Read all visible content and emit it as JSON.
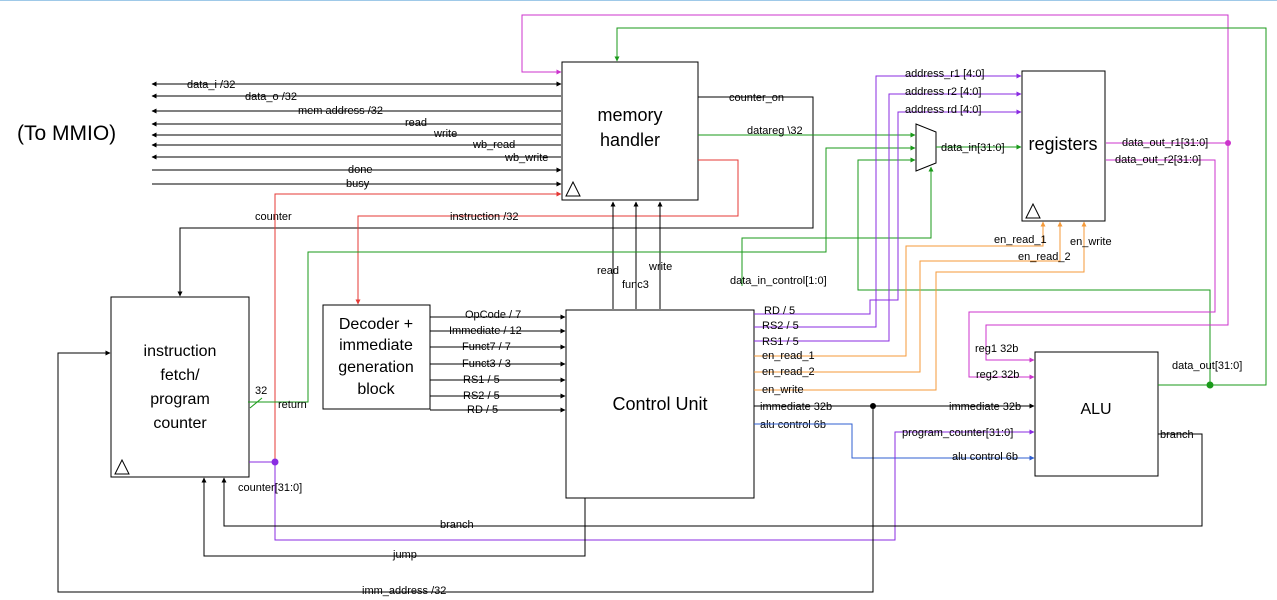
{
  "colors": {
    "black": "#000000",
    "magenta": "#cc33cc",
    "purple": "#8a2be2",
    "green": "#1a9a1a",
    "orange": "#f59a3a",
    "red": "#e53935",
    "blue": "#2f5fd0",
    "violet": "#7a3de0"
  },
  "note": "(To MMIO)",
  "blocks": {
    "memory_handler": [
      "memory",
      "handler"
    ],
    "registers": "registers",
    "decoder": [
      "Decoder +",
      "immediate",
      "generation",
      "block"
    ],
    "fetch": [
      "instruction",
      "fetch/",
      "program",
      "counter"
    ],
    "control_unit": "Control Unit",
    "alu": "ALU"
  },
  "labels": {
    "data_i": "data_i /32",
    "data_o": "data_o /32",
    "mem_address": "mem address /32",
    "read_mmio": "read",
    "write_mmio": "write",
    "wb_read": "wb_read",
    "wb_write": "wb_write",
    "done": "done",
    "busy": "busy",
    "counter_on": "counter_on",
    "datareg": "datareg \\32",
    "counter": "counter",
    "instruction": "instruction /32",
    "read_cu": "read",
    "write_cu": "write",
    "func3": "func3",
    "data_in_control": "data_in_control[1:0]",
    "address_r1": "address_r1 [4:0]",
    "address_r2": "address r2 [4:0]",
    "address_rd": "address rd [4:0]",
    "data_in": "data_in[31:0]",
    "data_out_r1": "data_out_r1[31:0]",
    "data_out_r2": "data_out_r2[31:0]",
    "en_read_1_top": "en_read_1",
    "en_write_top": "en_write",
    "en_read_2_top": "en_read_2",
    "opcode": "OpCode / 7",
    "immediate12": "Immediate / 12",
    "funct7": "Funct7 / 7",
    "funct3": "Funct3 / 3",
    "rs1_dec": "RS1 / 5",
    "rs2_dec": "RS2 / 5",
    "rd_dec": "RD / 5",
    "rd_cu": "RD / 5",
    "rs2_cu": "RS2 / 5",
    "rs1_cu": "RS1 / 5",
    "en_read_1_cu": "en_read_1",
    "en_read_2_cu": "en_read_2",
    "en_write_cu": "en_write",
    "immediate_32b_cu": "immediate 32b",
    "alu_control_cu": "alu control 6b",
    "reg1": "reg1 32b",
    "reg2": "reg2 32b",
    "data_out": "data_out[31:0]",
    "immediate_32b_alu": "immediate 32b",
    "program_counter": "program_counter[31:0]",
    "alu_control_alu": "alu control 6b",
    "branch_alu": "branch",
    "bus32": "32",
    "return": "return",
    "counter_31": "counter[31:0]",
    "branch_bottom": "branch",
    "jump": "jump",
    "imm_address": "imm_address /32"
  }
}
